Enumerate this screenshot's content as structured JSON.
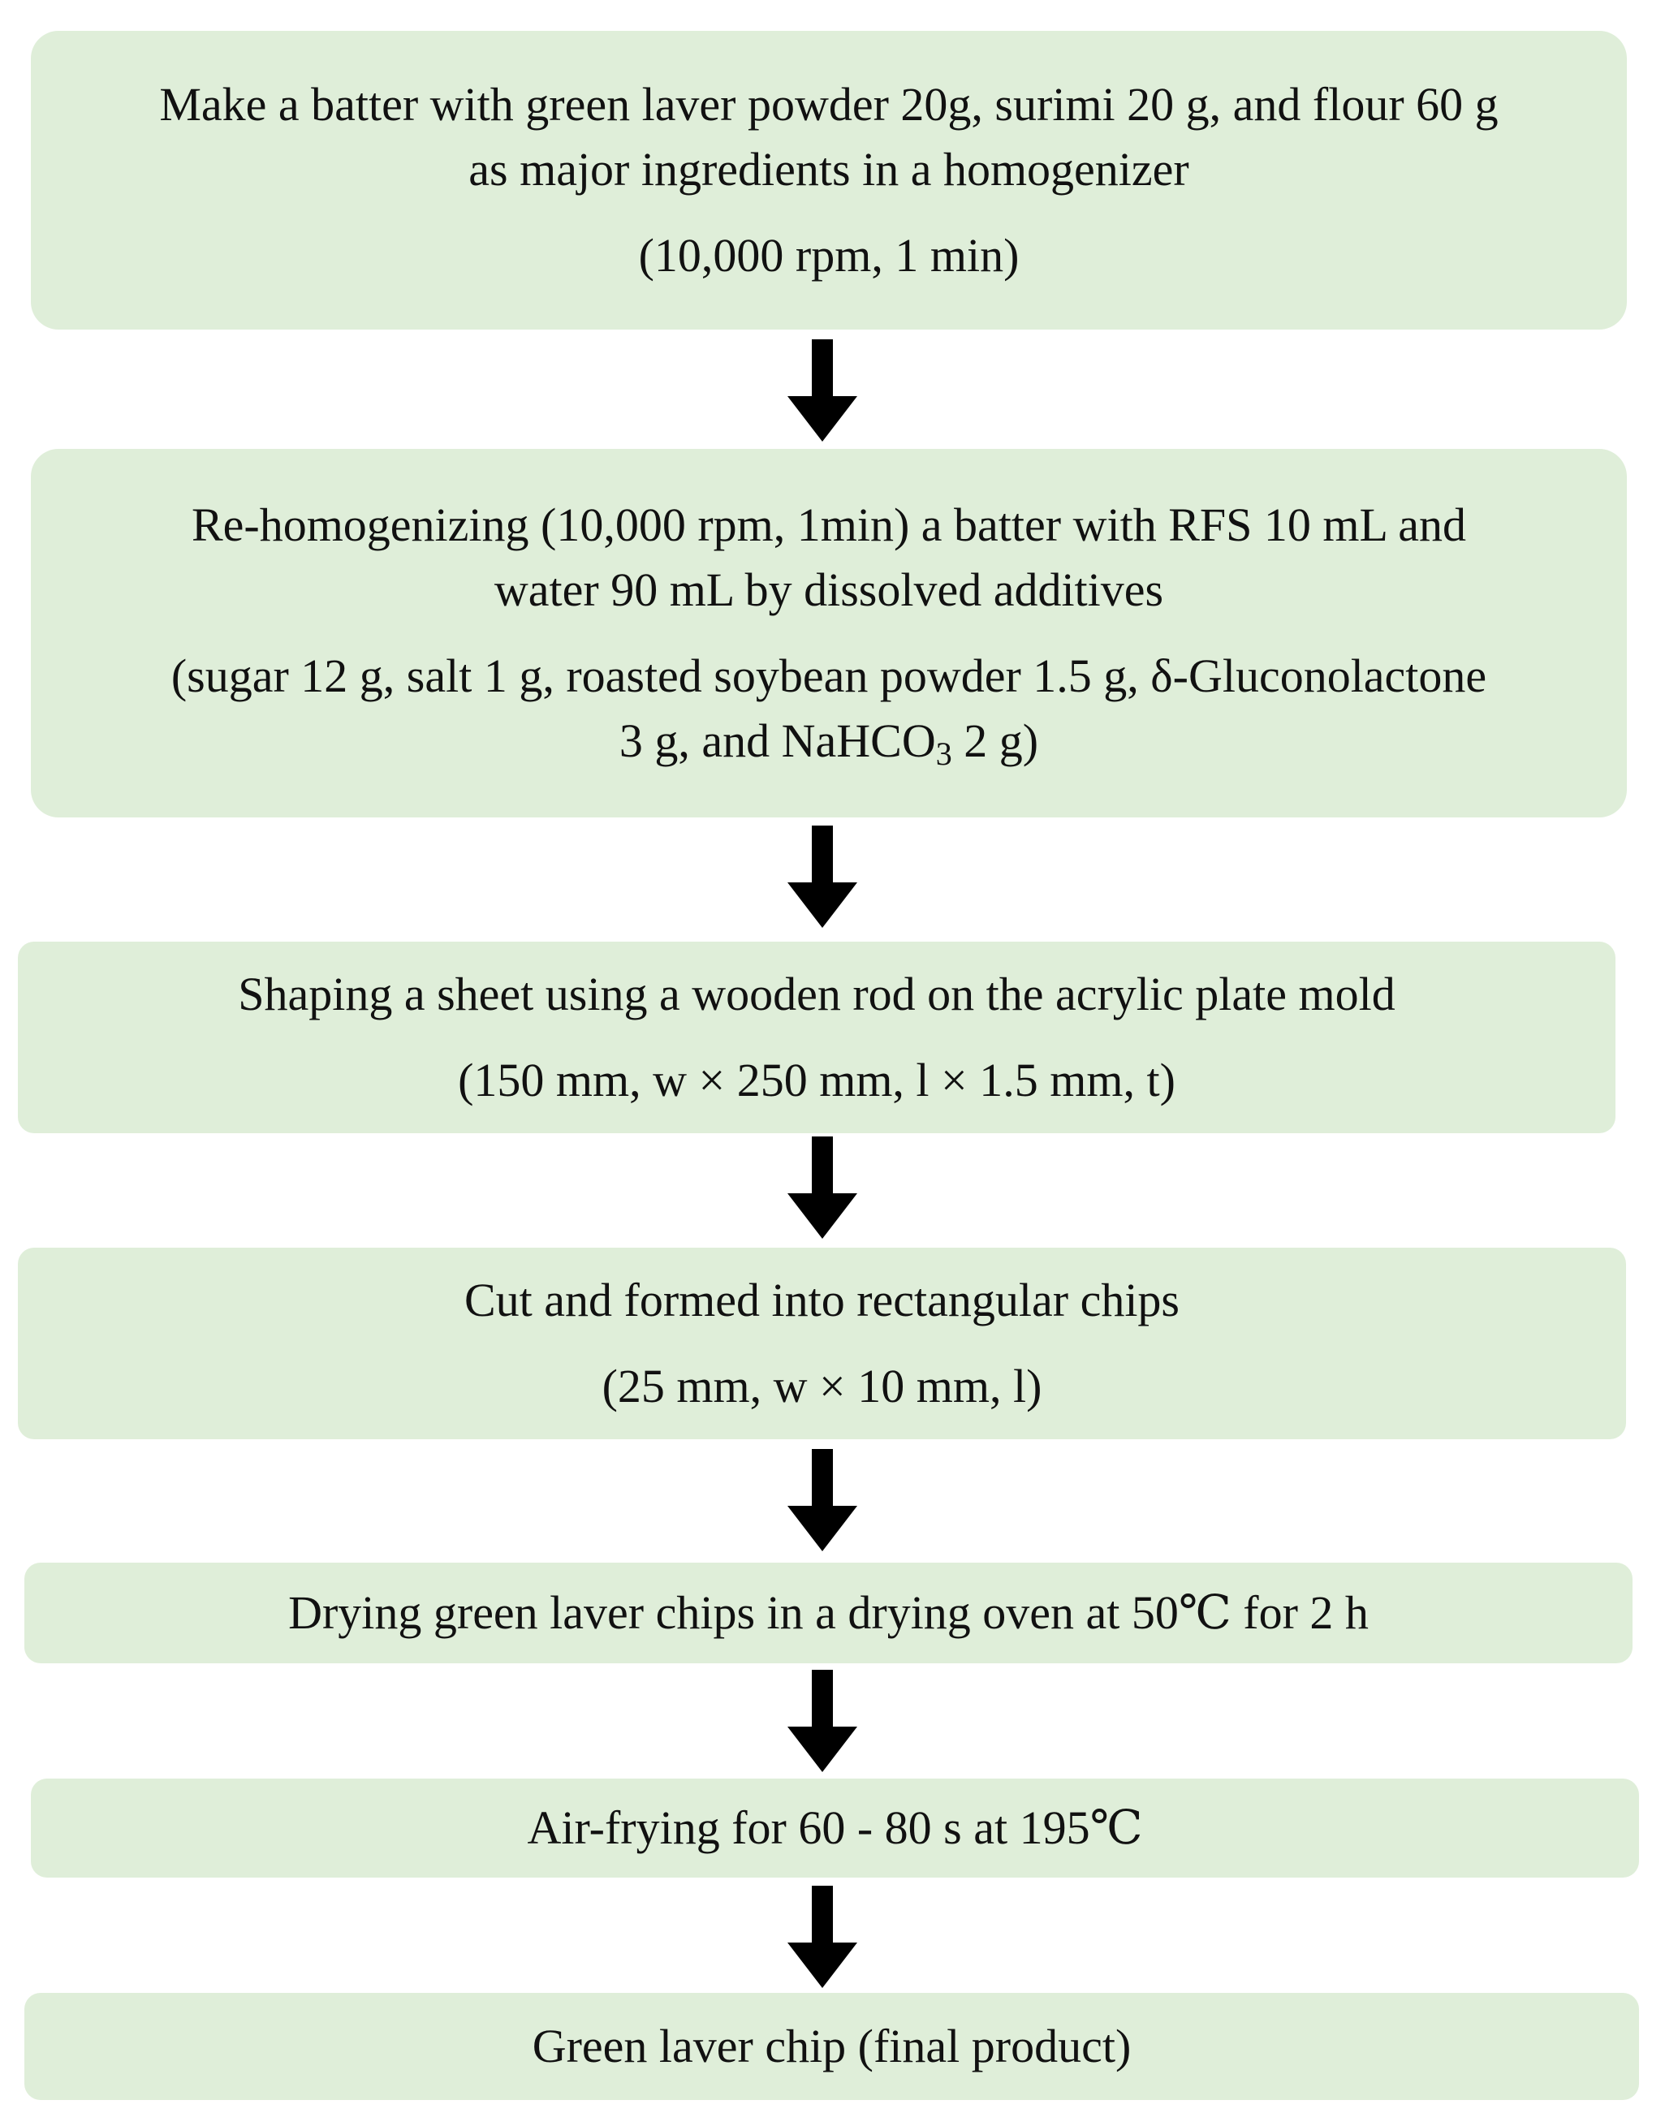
{
  "steps": [
    {
      "lines": [
        "Make a batter with green laver powder 20g, surimi 20 g, and flour  60 g",
        "as major ingredients in a homogenizer"
      ],
      "detail": [
        "(10,000 rpm, 1 min)"
      ]
    },
    {
      "lines": [
        "Re-homogenizing (10,000 rpm, 1min) a batter with RFS 10 mL and",
        "water 90 mL by dissolved additives"
      ],
      "detail": [
        "(sugar 12 g, salt 1 g, roasted soybean powder 1.5 g, δ-Gluconolactone",
        "3 g, and  NaHCO",
        "3",
        " 2 g)"
      ]
    },
    {
      "lines": [
        "Shaping a sheet using a wooden rod on the acrylic plate mold"
      ],
      "detail": [
        "(150 mm, w × 250 mm, l × 1.5 mm, t)"
      ]
    },
    {
      "lines": [
        "Cut and formed into rectangular chips"
      ],
      "detail": [
        "(25 mm, w × 10 mm, l)"
      ]
    },
    {
      "lines": [
        "Drying green laver chips in a drying oven at 50℃ for 2 h"
      ]
    },
    {
      "lines": [
        "Air-frying for 60 - 80 s at 195℃"
      ]
    },
    {
      "lines": [
        "Green laver chip (final product)"
      ]
    }
  ],
  "colors": {
    "box_fill": "#dfeed9",
    "arrow": "#000000",
    "text": "#111111"
  }
}
